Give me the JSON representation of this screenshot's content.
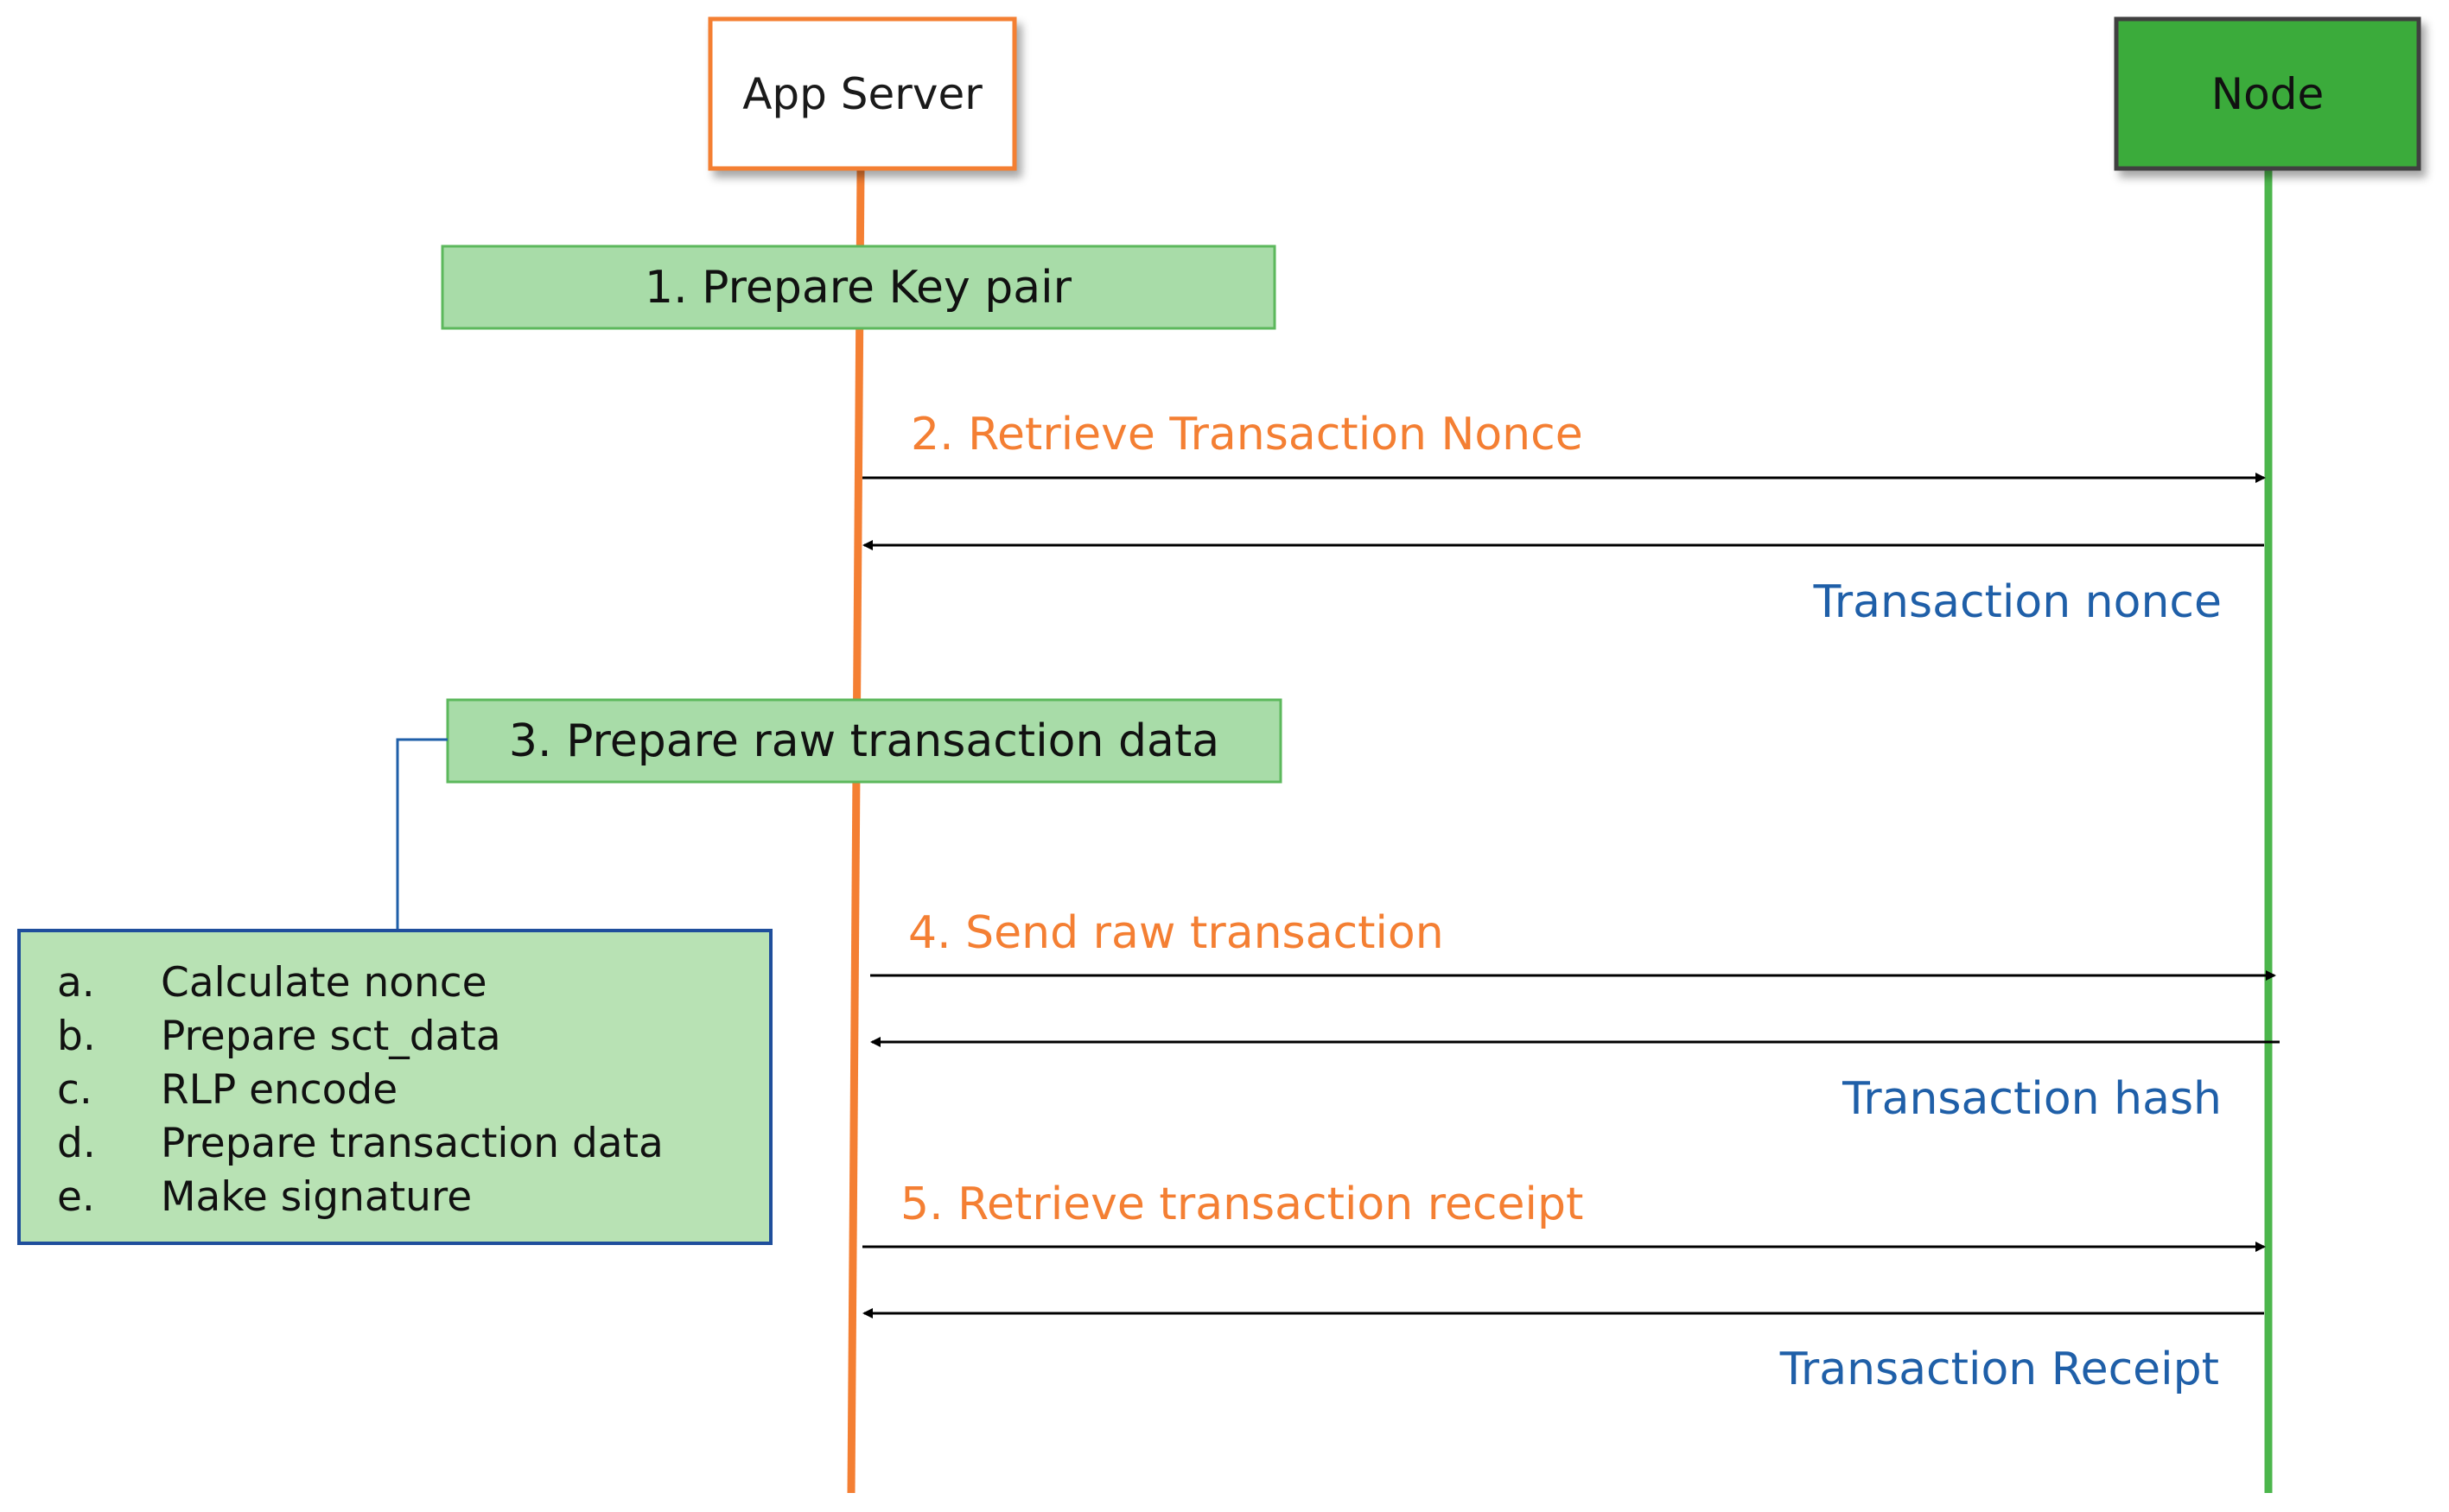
{
  "participants": {
    "app_server": {
      "label": "App Server",
      "border_color": "#f47f33",
      "fill_color": "#ffffff",
      "line_color": "#f47f33"
    },
    "node": {
      "label": "Node",
      "border_color": "#404040",
      "fill_color": "#3aab3a",
      "line_color": "#4cb64c"
    }
  },
  "steps": {
    "step1": {
      "label": "1.  Prepare Key pair"
    },
    "step3": {
      "label": "3.  Prepare raw transaction data"
    }
  },
  "substeps": [
    {
      "marker": "a.",
      "text": "Calculate nonce"
    },
    {
      "marker": "b.",
      "text": "Prepare sct_data"
    },
    {
      "marker": "c.",
      "text": "RLP encode"
    },
    {
      "marker": "d.",
      "text": "Prepare transaction data"
    },
    {
      "marker": "e.",
      "text": "Make signature"
    }
  ],
  "messages": [
    {
      "request": "2.  Retrieve Transaction Nonce",
      "response": "Transaction nonce"
    },
    {
      "request": "4.  Send  raw transaction",
      "response": "Transaction hash"
    },
    {
      "request": "5.  Retrieve transaction receipt",
      "response": "Transaction Receipt"
    }
  ],
  "colors": {
    "request_text": "#f47f33",
    "response_text": "#1f5fa8",
    "step_fill": "#a8dca8",
    "step_border": "#5cb85c",
    "substep_border": "#1f4e9c",
    "arrow": "#000000"
  }
}
